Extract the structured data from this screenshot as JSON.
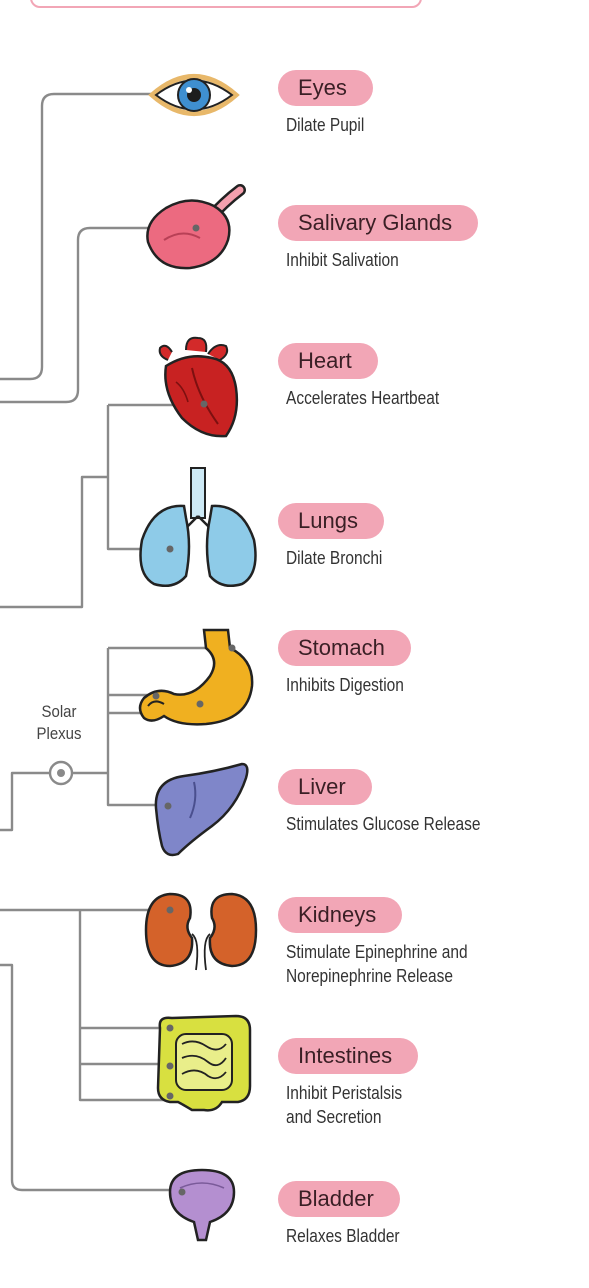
{
  "plexus": {
    "line1": "Solar",
    "line2": "Plexus"
  },
  "organs": [
    {
      "name": "Eyes",
      "effect": [
        "Dilate Pupil"
      ]
    },
    {
      "name": "Salivary Glands",
      "effect": [
        "Inhibit Salivation"
      ]
    },
    {
      "name": "Heart",
      "effect": [
        "Accelerates Heartbeat"
      ]
    },
    {
      "name": "Lungs",
      "effect": [
        "Dilate Bronchi"
      ]
    },
    {
      "name": "Stomach",
      "effect": [
        "Inhibits Digestion"
      ]
    },
    {
      "name": "Liver",
      "effect": [
        "Stimulates Glucose Release"
      ]
    },
    {
      "name": "Kidneys",
      "effect": [
        "Stimulate Epinephrine and",
        "Norepinephrine Release"
      ]
    },
    {
      "name": "Intestines",
      "effect": [
        "Inhibit Peristalsis",
        "and Secretion"
      ]
    },
    {
      "name": "Bladder",
      "effect": [
        "Relaxes Bladder"
      ]
    }
  ],
  "colors": {
    "label_pill": "#f2a6b6",
    "wire": "#8a8a8a",
    "eye_iris": "#3f8fd0",
    "salivary": "#ec6a80",
    "heart": "#d32a2a",
    "lungs": "#8ecbe8",
    "stomach": "#f0b020",
    "liver": "#7f86c9",
    "kidneys": "#d4622a",
    "intestines": "#d8e040",
    "bladder": "#b48fd0"
  }
}
